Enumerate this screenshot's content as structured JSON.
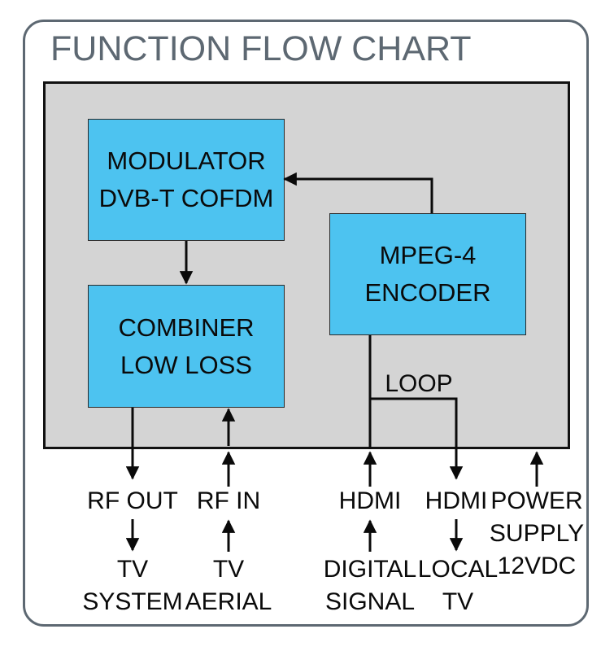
{
  "title": "FUNCTION FLOW CHART",
  "blocks": {
    "modulator": [
      "MODULATOR",
      "DVB-T COFDM"
    ],
    "combiner": [
      "COMBINER",
      "LOW LOSS"
    ],
    "encoder": [
      "MPEG-4",
      "ENCODER"
    ]
  },
  "loop_label": "LOOP",
  "ports": [
    {
      "name": "RF OUT",
      "target": [
        "TV",
        "SYSTEM"
      ]
    },
    {
      "name": "RF IN",
      "target": [
        "TV",
        "AERIAL"
      ]
    },
    {
      "name": "HDMI",
      "target": [
        "DIGITAL",
        "SIGNAL"
      ]
    },
    {
      "name": "HDMI",
      "target": [
        "LOCAL",
        "TV"
      ]
    },
    {
      "name": "POWER",
      "target": [
        "SUPPLY",
        "12VDC"
      ]
    }
  ],
  "colors": {
    "block_fill": "#4dc3f0",
    "panel_fill": "#d4d4d4",
    "frame": "#5d6872"
  }
}
